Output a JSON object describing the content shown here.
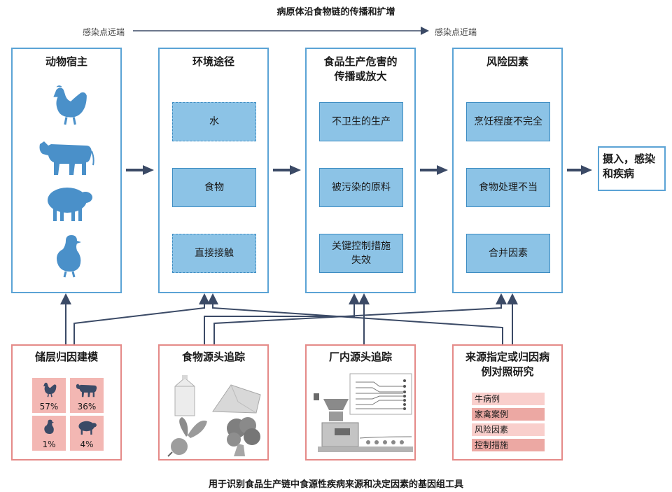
{
  "title": "病原体沿食物链的传播和扩增",
  "gradient": {
    "left": "感染点远端",
    "right": "感染点近端"
  },
  "columns": [
    {
      "title": "动物宿主",
      "animals": [
        "chicken-icon",
        "cow-icon",
        "sheep-icon",
        "bird-icon"
      ]
    },
    {
      "title": "环境途径",
      "items": [
        "水",
        "食物",
        "直接接触"
      ]
    },
    {
      "title": "食品生产危害的\n传播或放大",
      "items": [
        "不卫生的生产",
        "被污染的原料",
        "关键控制措施\n失效"
      ]
    },
    {
      "title": "风险因素",
      "items": [
        "烹饪程度不完全",
        "食物处理不当",
        "合并因素"
      ]
    }
  ],
  "outcome": "摄入，感染\n和疾病",
  "tools": [
    {
      "title": "储层归因建模",
      "cells": [
        {
          "icon": "chicken-icon",
          "pct": "57%"
        },
        {
          "icon": "cow-icon",
          "pct": "36%"
        },
        {
          "icon": "bird-icon",
          "pct": "1%"
        },
        {
          "icon": "sheep-icon",
          "pct": "4%"
        }
      ]
    },
    {
      "title": "食物源头追踪",
      "icons": [
        "milk-carton-icon",
        "cheese-wedge-icon",
        "beet-icon",
        "broccoli-icon"
      ]
    },
    {
      "title": "厂内源头追踪",
      "icons": [
        "processing-line-icon"
      ]
    },
    {
      "title": "来源指定或归因病\n例对照研究",
      "rows": [
        "牛病例",
        "家禽案例",
        "风险因素",
        "控制措施"
      ]
    }
  ],
  "footer": "用于识别食品生产链中食源性疾病来源和决定因素的基因组工具",
  "colors": {
    "column_border": "#5ba3d5",
    "tile_fill": "#8cc3e6",
    "tool_border": "#e58a88",
    "arrow": "#3b4a66",
    "cell_fill": "#f3b7b3"
  }
}
